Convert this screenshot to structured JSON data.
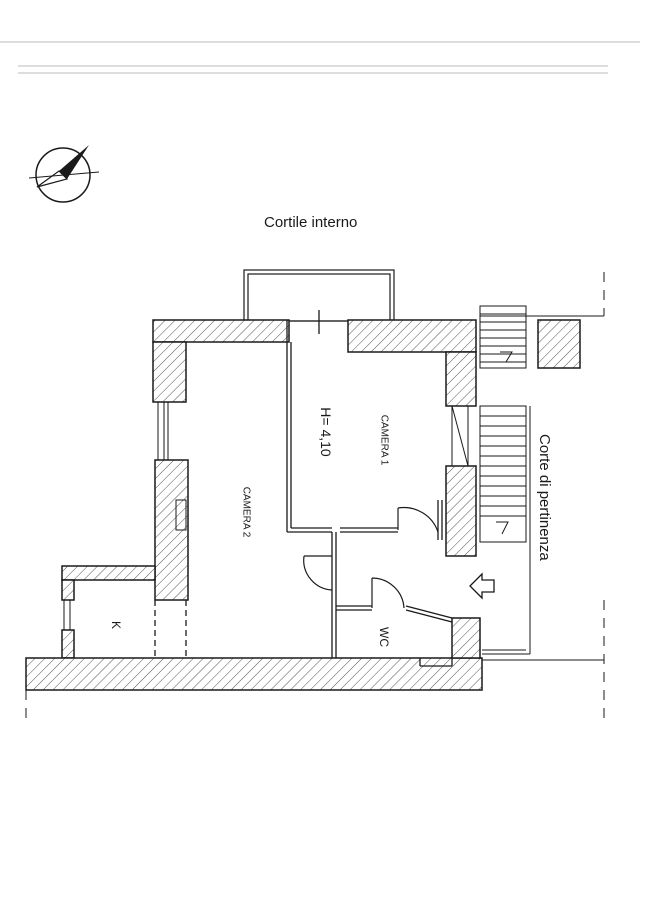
{
  "labels": {
    "courtyard": "Cortile interno",
    "garden": "Corte di pertinenza",
    "room1": "CAMERA 1",
    "room2": "CAMERA 2",
    "height": "H= 4,10",
    "wc": "WC",
    "kitchen": "K"
  },
  "colors": {
    "line": "#1a1a1a",
    "hatch": "#555555",
    "paper": "#ffffff",
    "faint": "#bbbbbb"
  },
  "icons": {
    "compass": "north-arrow-icon",
    "entrance": "entrance-arrow-icon"
  }
}
